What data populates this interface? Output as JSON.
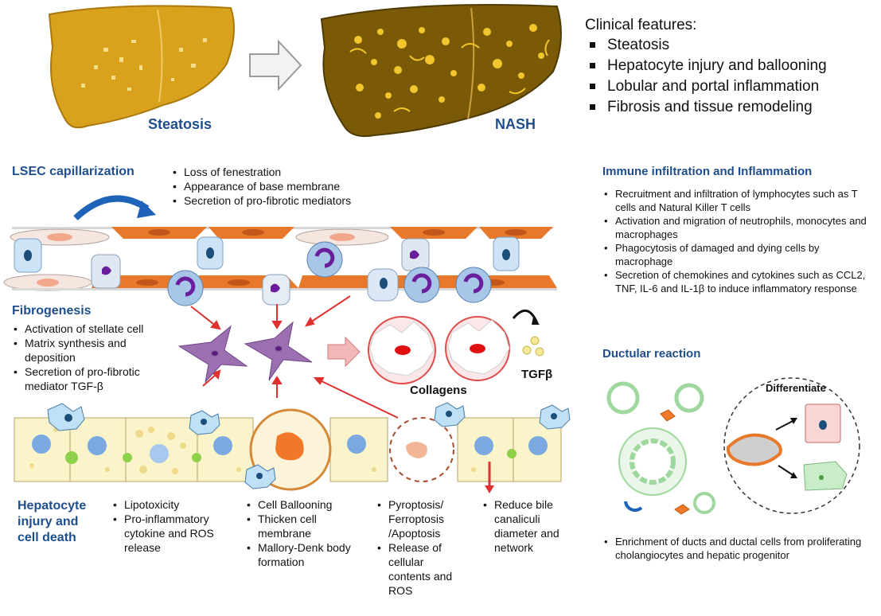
{
  "header": {
    "steatosis_label": "Steatosis",
    "nash_label": "NASH",
    "clinical_title": "Clinical features:",
    "clinical_items": [
      "Steatosis",
      "Hepatocyte injury and ballooning",
      "Lobular and portal inflammation",
      "Fibrosis and tissue remodeling"
    ]
  },
  "lsec": {
    "title": "LSEC capillarization",
    "items": [
      "Loss of fenestration",
      "Appearance of base membrane",
      "Secretion of pro-fibrotic mediators"
    ]
  },
  "fibrogenesis": {
    "title": "Fibrogenesis",
    "items": [
      "Activation of stellate cell",
      "Matrix synthesis and deposition",
      "Secretion of pro-fibrotic mediator TGF-β"
    ]
  },
  "collagens_label": "Collagens",
  "tgfb_label": "TGFβ",
  "hepatocyte": {
    "title_lines": [
      "Hepatocyte",
      "injury and",
      "cell death"
    ],
    "col1": [
      "Lipotoxicity",
      "Pro-inflammatory cytokine and ROS release"
    ],
    "col2": [
      "Cell Ballooning",
      "Thicken cell membrane",
      "Mallory-Denk body formation"
    ],
    "col3": [
      "Pyroptosis/ Ferroptosis /Apoptosis",
      "Release of cellular contents and ROS"
    ],
    "col4": [
      "Reduce bile canaliculi diameter and network"
    ]
  },
  "immune": {
    "title": "Immune infiltration and Inflammation",
    "items": [
      "Recruitment and infiltration of lymphocytes such as T cells and Natural Killer T cells",
      "Activation and migration of neutrophils, monocytes and macrophages",
      "Phagocytosis of damaged and dying cells by macrophage",
      "Secretion of chemokines and cytokines such as CCL2, TNF, IL-6 and IL-1β to induce inflammatory response"
    ]
  },
  "ductular": {
    "title": "Ductular reaction",
    "differentiate_label": "Differentiate",
    "items": [
      "Enrichment of ducts and ductal cells from proliferating cholangiocytes and hepatic progenitor"
    ]
  },
  "colors": {
    "title_blue": "#1f4e8c",
    "liver_light": "#d9a21c",
    "liver_dark": "#7a5a06",
    "endothelial_orange": "#e8782a",
    "stellate_purple": "#9b6fb0",
    "arrow_red": "#e03030",
    "duct_green": "#9ed89e"
  }
}
